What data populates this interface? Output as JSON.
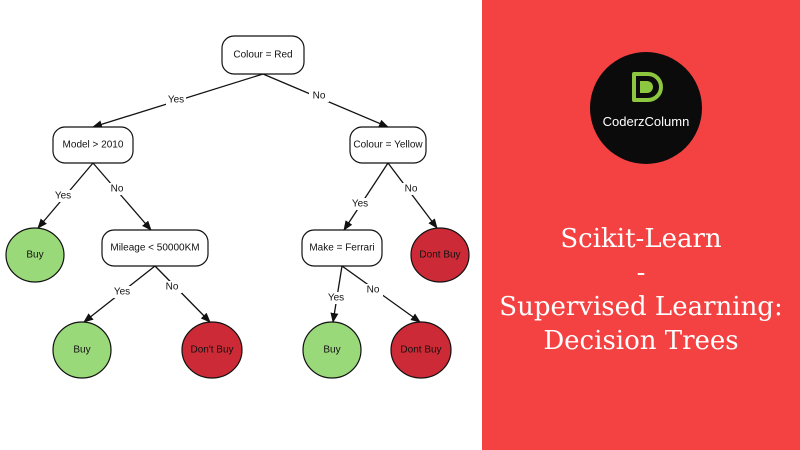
{
  "diagram": {
    "colors": {
      "leaf_buy": "#9ad97a",
      "leaf_dont_buy": "#cc2a36",
      "edge": "#111111",
      "node_fill": "#ffffff"
    },
    "nodes": [
      {
        "id": "root",
        "label": "Colour = Red",
        "kind": "decision"
      },
      {
        "id": "model",
        "label": "Model > 2010",
        "kind": "decision"
      },
      {
        "id": "yellow",
        "label": "Colour = Yellow",
        "kind": "decision"
      },
      {
        "id": "buy1",
        "label": "Buy",
        "kind": "leaf_buy"
      },
      {
        "id": "mileage",
        "label": "Mileage < 50000KM",
        "kind": "decision"
      },
      {
        "id": "ferrari",
        "label": "Make = Ferrari",
        "kind": "decision"
      },
      {
        "id": "dontbuy1",
        "label": "Dont Buy",
        "kind": "leaf_dont_buy"
      },
      {
        "id": "buy2",
        "label": "Buy",
        "kind": "leaf_buy"
      },
      {
        "id": "dontbuy2",
        "label": "Don't Buy",
        "kind": "leaf_dont_buy"
      },
      {
        "id": "buy3",
        "label": "Buy",
        "kind": "leaf_buy"
      },
      {
        "id": "dontbuy3",
        "label": "Dont Buy",
        "kind": "leaf_dont_buy"
      }
    ],
    "edges": [
      {
        "from": "root",
        "to": "model",
        "label": "Yes"
      },
      {
        "from": "root",
        "to": "yellow",
        "label": "No"
      },
      {
        "from": "model",
        "to": "buy1",
        "label": "Yes"
      },
      {
        "from": "model",
        "to": "mileage",
        "label": "No"
      },
      {
        "from": "yellow",
        "to": "ferrari",
        "label": "Yes"
      },
      {
        "from": "yellow",
        "to": "dontbuy1",
        "label": "No"
      },
      {
        "from": "mileage",
        "to": "buy2",
        "label": "Yes"
      },
      {
        "from": "mileage",
        "to": "dontbuy2",
        "label": "No"
      },
      {
        "from": "ferrari",
        "to": "buy3",
        "label": "Yes"
      },
      {
        "from": "ferrari",
        "to": "dontbuy3",
        "label": "No"
      }
    ]
  },
  "banner": {
    "background": "#f44141",
    "logo": {
      "text": "CoderzColumn",
      "icon": "leaf-logo-icon",
      "accent": "#8dc63f"
    },
    "title_lines": [
      "Scikit-Learn",
      "-",
      "Supervised Learning:",
      "Decision Trees"
    ]
  }
}
